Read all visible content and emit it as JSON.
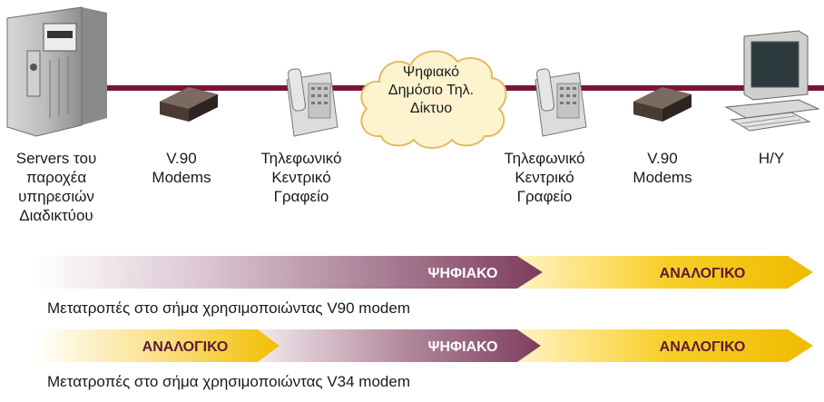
{
  "colors": {
    "line": "#7a1535",
    "digital": "#8b4f6e",
    "analog": "#f2c200",
    "cloud_fill": "#fdf4cf",
    "cloud_stroke": "#e0bb60"
  },
  "devices": {
    "server": {
      "label": "Servers του\nπαροχέα\nυπηρεσιών\nΔιαδικτύου",
      "icon": "server-tower-icon"
    },
    "modem_left": {
      "label": "V.90\nModems",
      "icon": "modem-icon"
    },
    "phone_left": {
      "label": "Τηλεφωνικό\nΚεντρικό\nΓραφείο",
      "icon": "telephone-icon"
    },
    "cloud": {
      "label": "Ψηφιακό\nΔημόσιο Τηλ.\nΔίκτυο",
      "icon": "cloud-icon"
    },
    "phone_right": {
      "label": "Τηλεφωνικό\nΚεντρικό\nΓραφείο",
      "icon": "telephone-icon"
    },
    "modem_right": {
      "label": "V.90\nModems",
      "icon": "modem-icon"
    },
    "pc": {
      "label": "H/Y",
      "icon": "computer-icon"
    }
  },
  "rows": [
    {
      "segments": [
        {
          "label": "ΨΗΦΙΑΚΟ",
          "kind": "digital"
        },
        {
          "label": "ΑΝΑΛΟΓΙΚΟ",
          "kind": "analog"
        }
      ],
      "caption": "Μετατροπές στο σήμα χρησιμοποιώντας V90 modem"
    },
    {
      "segments": [
        {
          "label": "ΑΝΑΛΟΓΙΚΟ",
          "kind": "analog"
        },
        {
          "label": "ΨΗΦΙΑΚΟ",
          "kind": "digital"
        },
        {
          "label": "ΑΝΑΛΟΓΙΚΟ",
          "kind": "analog"
        }
      ],
      "caption": "Μετατροπές στο σήμα χρησιμοποιώντας V34 modem"
    }
  ]
}
